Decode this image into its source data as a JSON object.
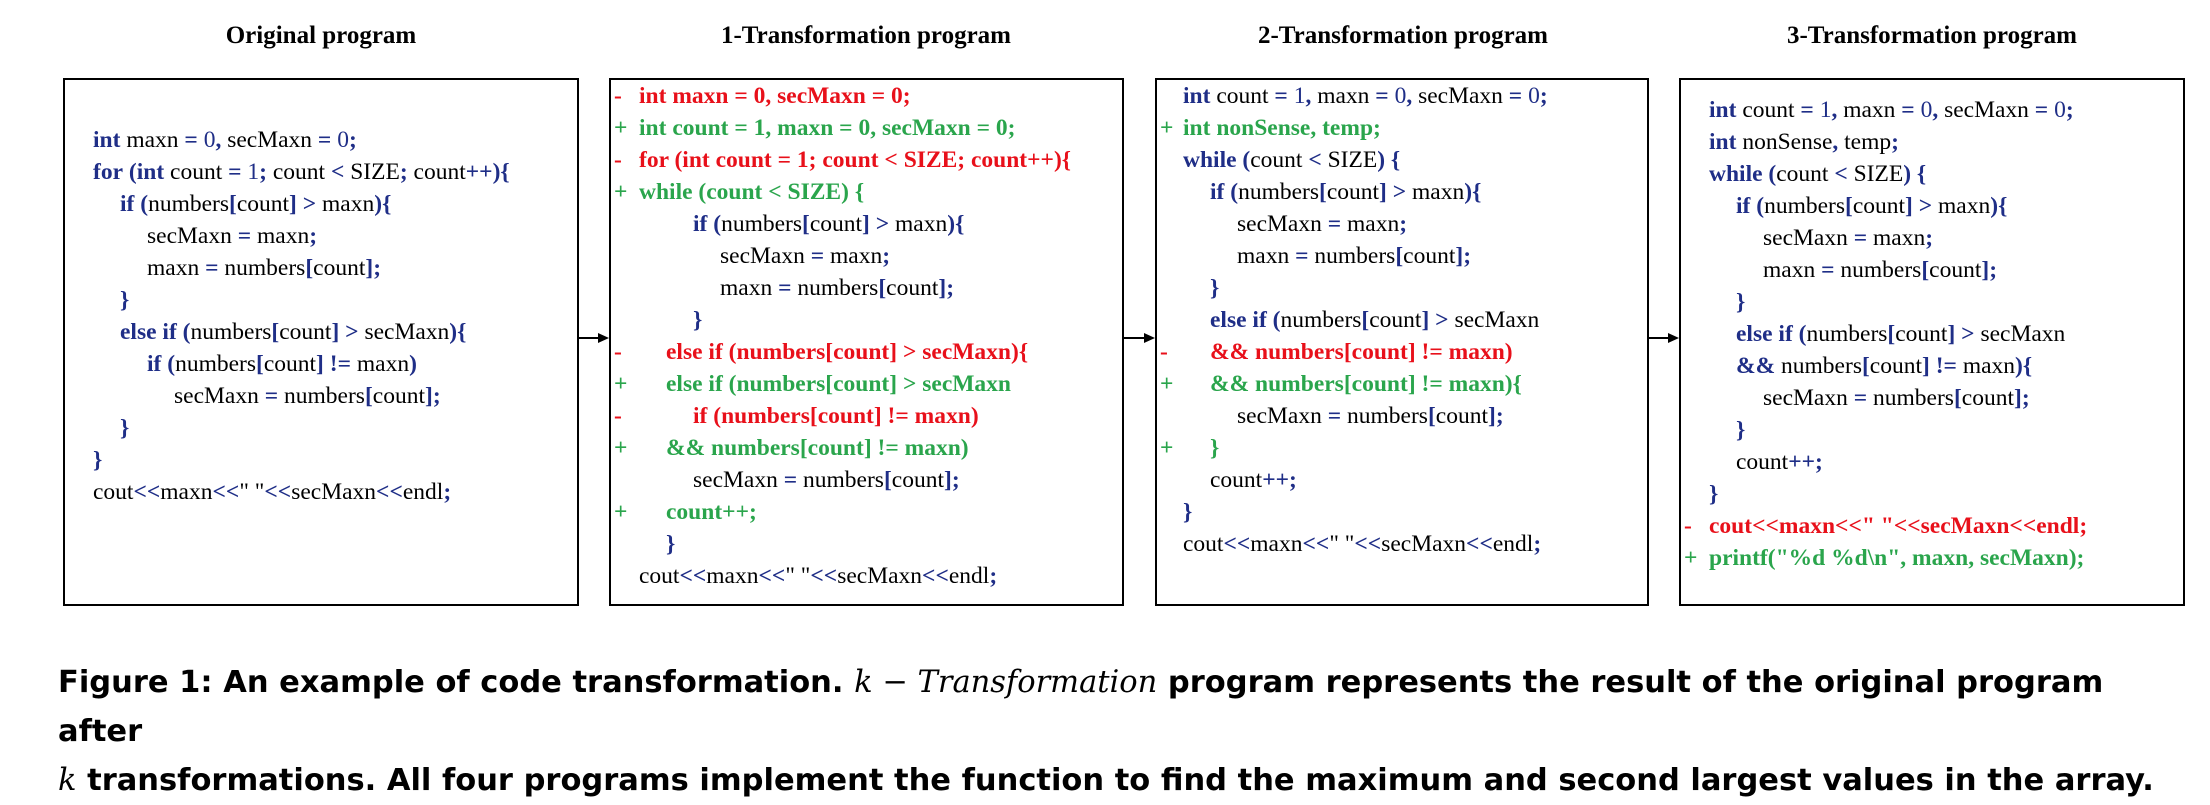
{
  "titles": [
    "Original program",
    "1-Transformation program",
    "2-Transformation program",
    "3-Transformation program"
  ],
  "panels": [
    {
      "lines": [
        {
          "mark": "",
          "indent": 0,
          "text": "int maxn = 0, secMaxn = 0;",
          "style": "code"
        },
        {
          "mark": "",
          "indent": 0,
          "text": "for (int count = 1; count < SIZE; count++){",
          "style": "code"
        },
        {
          "mark": "",
          "indent": 1,
          "text": "if (numbers[count] > maxn){",
          "style": "code"
        },
        {
          "mark": "",
          "indent": 2,
          "text": "secMaxn = maxn;",
          "style": "code"
        },
        {
          "mark": "",
          "indent": 2,
          "text": "maxn = numbers[count];",
          "style": "code"
        },
        {
          "mark": "",
          "indent": 1,
          "text": "}",
          "style": "code"
        },
        {
          "mark": "",
          "indent": 1,
          "text": "else if (numbers[count] > secMaxn){",
          "style": "code"
        },
        {
          "mark": "",
          "indent": 2,
          "text": "if (numbers[count] != maxn)",
          "style": "code"
        },
        {
          "mark": "",
          "indent": 3,
          "text": "secMaxn = numbers[count];",
          "style": "code"
        },
        {
          "mark": "",
          "indent": 1,
          "text": "}",
          "style": "code"
        },
        {
          "mark": "",
          "indent": 0,
          "text": "}",
          "style": "code"
        },
        {
          "mark": "",
          "indent": 0,
          "text": "cout<<maxn<<\" \"<<secMaxn<<endl;",
          "style": "code"
        }
      ]
    },
    {
      "lines": [
        {
          "mark": "-",
          "indent": 0,
          "text": "int maxn = 0, secMaxn = 0;",
          "style": "del"
        },
        {
          "mark": "+",
          "indent": 0,
          "text": "int count = 1, maxn = 0, secMaxn = 0;",
          "style": "add"
        },
        {
          "mark": "-",
          "indent": 0,
          "text": "for (int count = 1; count < SIZE; count++){",
          "style": "del"
        },
        {
          "mark": "+",
          "indent": 0,
          "text": "while (count < SIZE) {",
          "style": "add"
        },
        {
          "mark": "",
          "indent": 2,
          "text": "if (numbers[count] > maxn){",
          "style": "code"
        },
        {
          "mark": "",
          "indent": 3,
          "text": "secMaxn = maxn;",
          "style": "code"
        },
        {
          "mark": "",
          "indent": 3,
          "text": "maxn = numbers[count];",
          "style": "code"
        },
        {
          "mark": "",
          "indent": 2,
          "text": "}",
          "style": "code"
        },
        {
          "mark": "-",
          "indent": 1,
          "text": "else if (numbers[count] > secMaxn){",
          "style": "del"
        },
        {
          "mark": "+",
          "indent": 1,
          "text": "else if (numbers[count] > secMaxn",
          "style": "add"
        },
        {
          "mark": "-",
          "indent": 2,
          "text": "if (numbers[count] != maxn)",
          "style": "del"
        },
        {
          "mark": "+",
          "indent": 1,
          "text": "&& numbers[count] != maxn)",
          "style": "add"
        },
        {
          "mark": "",
          "indent": 2,
          "text": "secMaxn = numbers[count];",
          "style": "code"
        },
        {
          "mark": "+",
          "indent": 1,
          "text": "count++;",
          "style": "add"
        },
        {
          "mark": "",
          "indent": 1,
          "text": "}",
          "style": "code"
        },
        {
          "mark": "",
          "indent": 0,
          "text": "cout<<maxn<<\" \"<<secMaxn<<endl;",
          "style": "code"
        }
      ]
    },
    {
      "lines": [
        {
          "mark": "",
          "indent": 0,
          "text": "int count = 1, maxn = 0, secMaxn = 0;",
          "style": "code"
        },
        {
          "mark": "+",
          "indent": 0,
          "text": "int nonSense, temp;",
          "style": "add"
        },
        {
          "mark": "",
          "indent": 0,
          "text": "while (count < SIZE) {",
          "style": "code"
        },
        {
          "mark": "",
          "indent": 1,
          "text": "if (numbers[count] > maxn){",
          "style": "code"
        },
        {
          "mark": "",
          "indent": 2,
          "text": "secMaxn = maxn;",
          "style": "code"
        },
        {
          "mark": "",
          "indent": 2,
          "text": "maxn = numbers[count];",
          "style": "code"
        },
        {
          "mark": "",
          "indent": 1,
          "text": "}",
          "style": "code"
        },
        {
          "mark": "",
          "indent": 1,
          "text": "else if (numbers[count] > secMaxn",
          "style": "code"
        },
        {
          "mark": "-",
          "indent": 1,
          "text": "&& numbers[count] != maxn)",
          "style": "del"
        },
        {
          "mark": "+",
          "indent": 1,
          "text": "&& numbers[count] != maxn){",
          "style": "add"
        },
        {
          "mark": "",
          "indent": 2,
          "text": "secMaxn = numbers[count];",
          "style": "code"
        },
        {
          "mark": "+",
          "indent": 1,
          "text": "}",
          "style": "add"
        },
        {
          "mark": "",
          "indent": 1,
          "text": "count++;",
          "style": "code"
        },
        {
          "mark": "",
          "indent": 0,
          "text": "}",
          "style": "code"
        },
        {
          "mark": "",
          "indent": 0,
          "text": "cout<<maxn<<\" \"<<secMaxn<<endl;",
          "style": "code"
        }
      ]
    },
    {
      "lines": [
        {
          "mark": "",
          "indent": 0,
          "text": "int count = 1, maxn = 0, secMaxn = 0;",
          "style": "code"
        },
        {
          "mark": "",
          "indent": 0,
          "text": "int nonSense, temp;",
          "style": "code"
        },
        {
          "mark": "",
          "indent": 0,
          "text": "while (count < SIZE) {",
          "style": "code"
        },
        {
          "mark": "",
          "indent": 1,
          "text": "if (numbers[count] > maxn){",
          "style": "code"
        },
        {
          "mark": "",
          "indent": 2,
          "text": "secMaxn = maxn;",
          "style": "code"
        },
        {
          "mark": "",
          "indent": 2,
          "text": "maxn = numbers[count];",
          "style": "code"
        },
        {
          "mark": "",
          "indent": 1,
          "text": "}",
          "style": "code"
        },
        {
          "mark": "",
          "indent": 1,
          "text": "else if (numbers[count] > secMaxn",
          "style": "code"
        },
        {
          "mark": "",
          "indent": 1,
          "text": "&& numbers[count] != maxn){",
          "style": "code"
        },
        {
          "mark": "",
          "indent": 2,
          "text": "secMaxn = numbers[count];",
          "style": "code"
        },
        {
          "mark": "",
          "indent": 1,
          "text": "}",
          "style": "code"
        },
        {
          "mark": "",
          "indent": 1,
          "text": "count++;",
          "style": "code"
        },
        {
          "mark": "",
          "indent": 0,
          "text": "}",
          "style": "code"
        },
        {
          "mark": "-",
          "indent": 0,
          "text": "cout<<maxn<<\" \"<<secMaxn<<endl;",
          "style": "del"
        },
        {
          "mark": "+",
          "indent": 0,
          "text": "printf(\"%d %d\\n\", maxn, secMaxn);",
          "style": "add"
        }
      ]
    }
  ],
  "caption": {
    "label": "Figure 1: An example of code transformation.",
    "math": "k − Transformation",
    "rest1": "program represents the result of the original program after",
    "math2": "k",
    "rest2": "transformations. All four programs implement the function to find the maximum and second largest values in the array."
  },
  "colors": {
    "keyword": "#1f2e87",
    "deleted": "#e8101a",
    "added": "#2aa54c"
  }
}
